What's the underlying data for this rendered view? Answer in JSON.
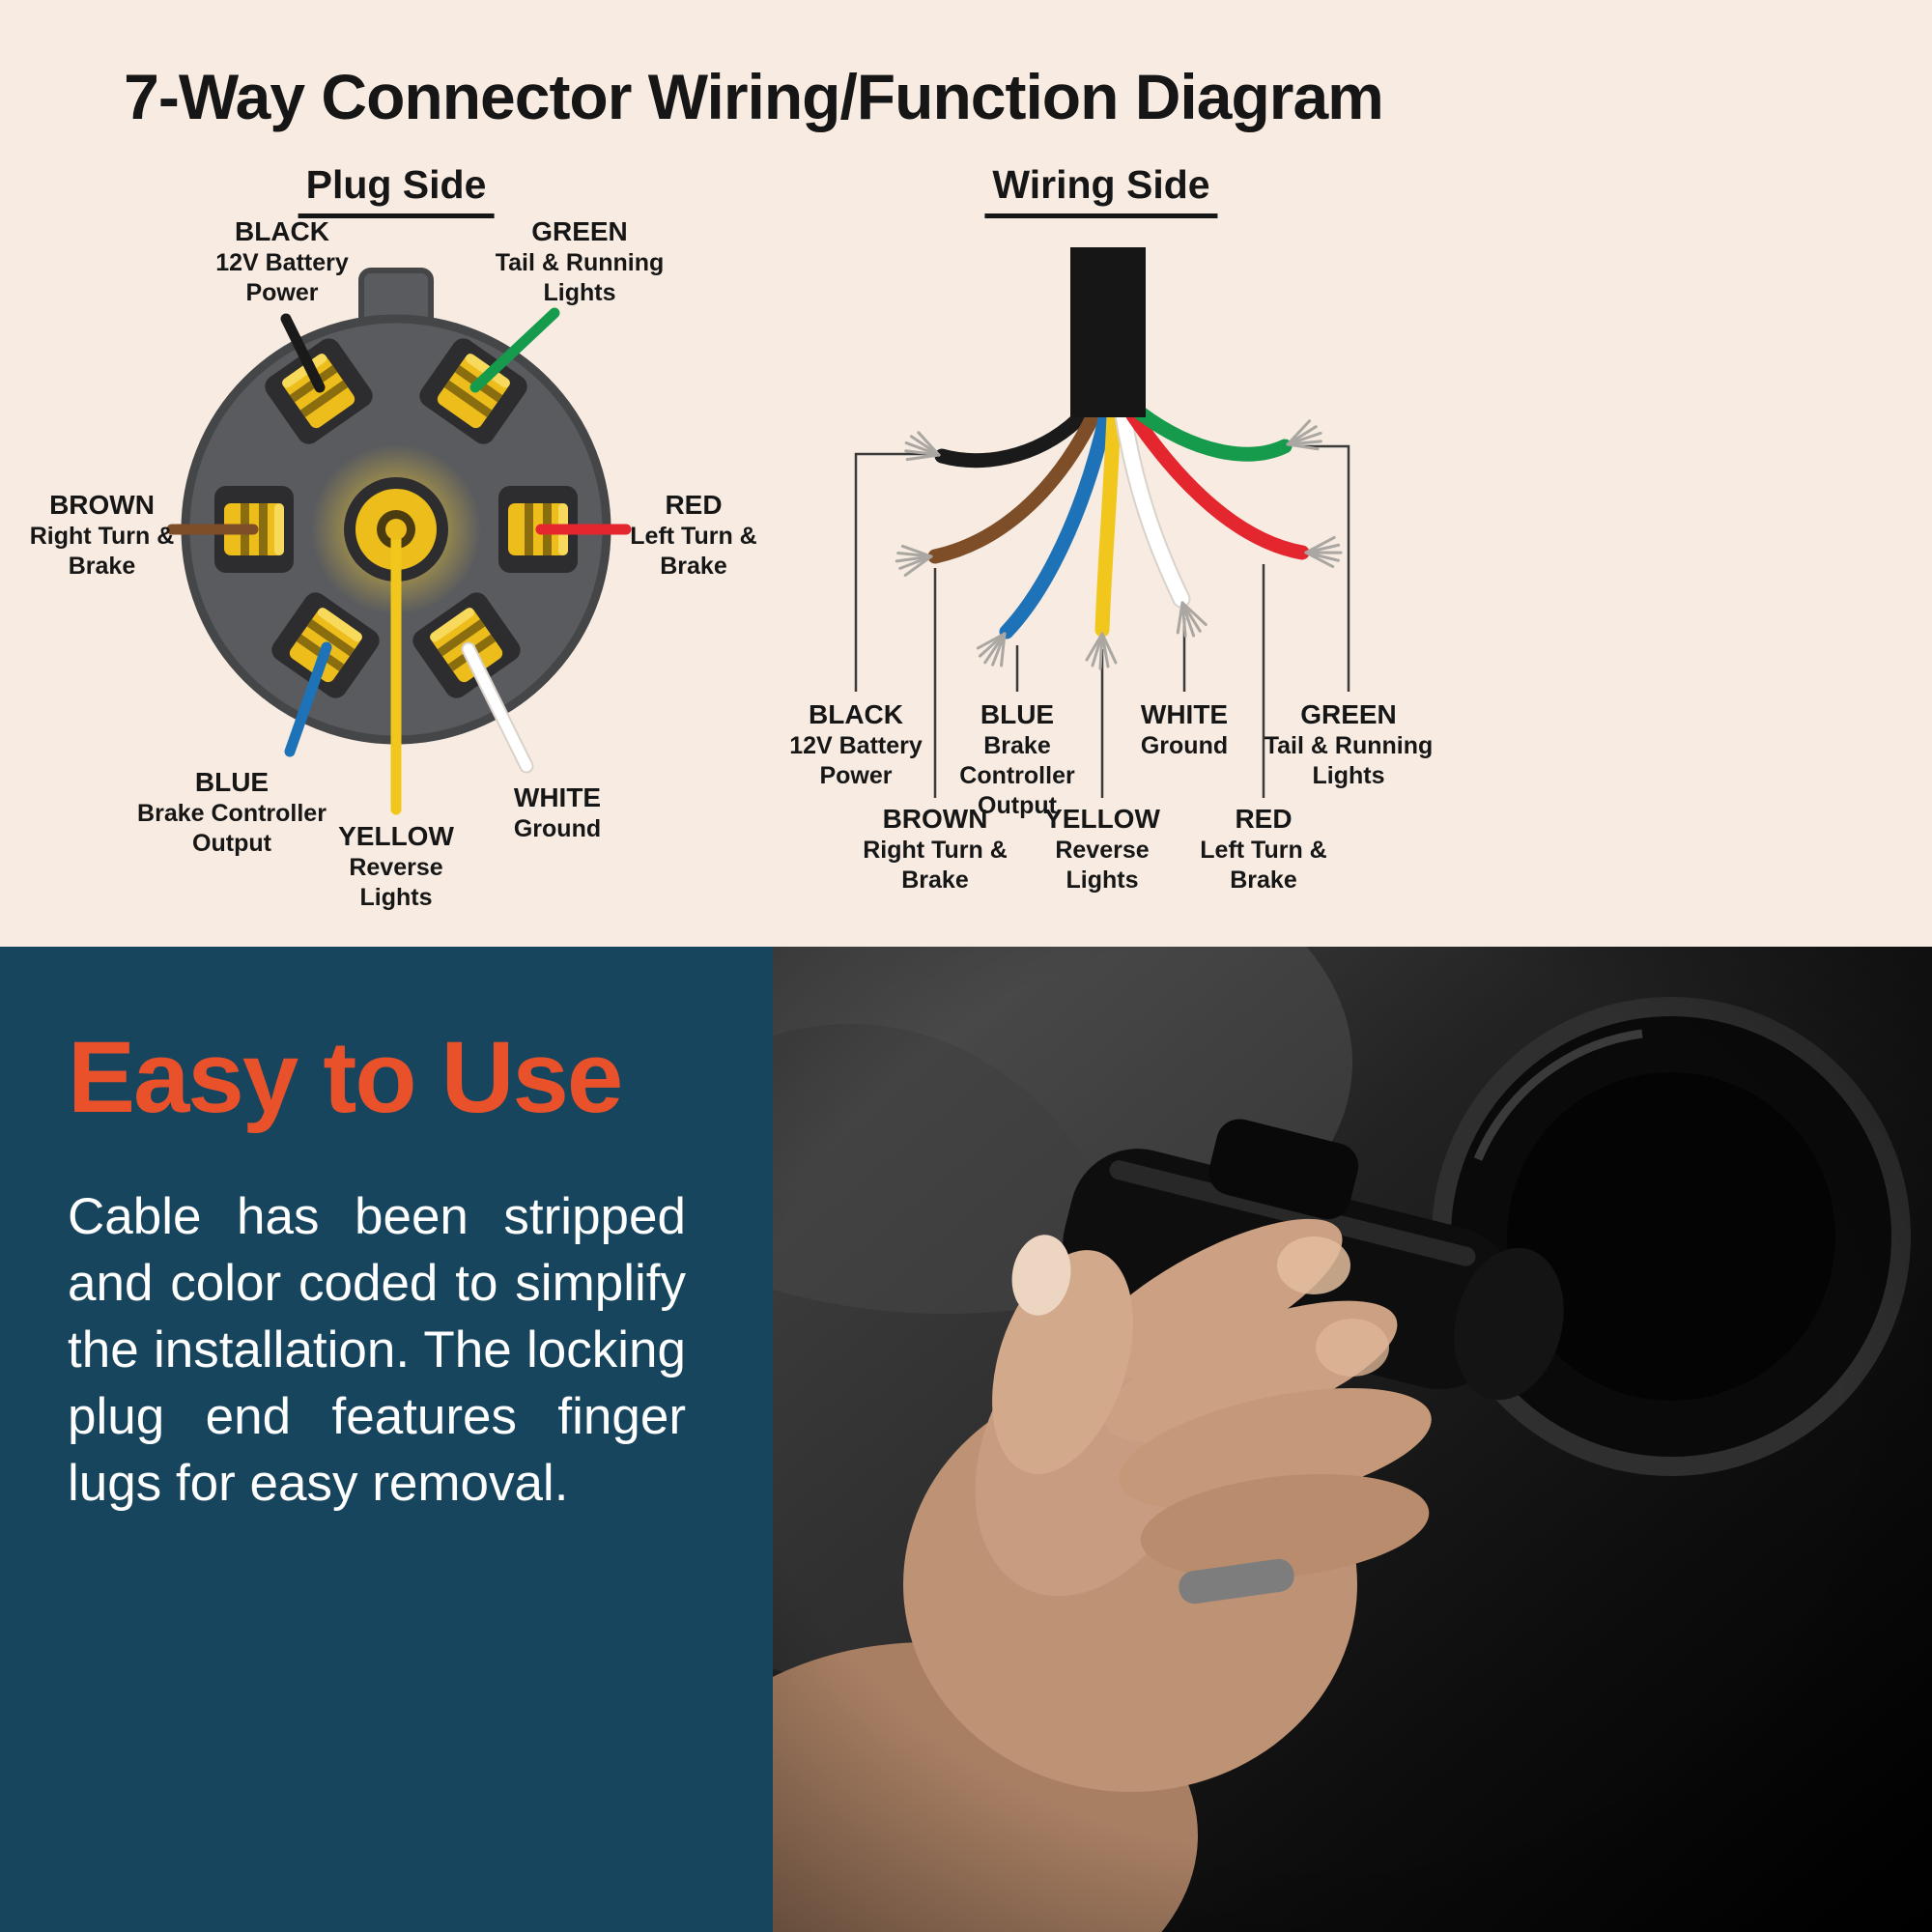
{
  "title": "7-Way Connector Wiring/Function Diagram",
  "plug_side": {
    "heading": "Plug Side"
  },
  "wiring_side": {
    "heading": "Wiring Side"
  },
  "wires": {
    "black": {
      "name": "BLACK",
      "function": "12V Battery Power",
      "color": "#1a1a1a"
    },
    "green": {
      "name": "GREEN",
      "function": "Tail & Running Lights",
      "color": "#169a4c"
    },
    "brown": {
      "name": "BROWN",
      "function": "Right Turn & Brake",
      "color": "#7d4e28"
    },
    "red": {
      "name": "RED",
      "function": "Left Turn & Brake",
      "color": "#e4262e"
    },
    "blue": {
      "name": "BLUE",
      "function": "Brake Controller Output",
      "color": "#1e72b8"
    },
    "yellow": {
      "name": "YELLOW",
      "function": "Reverse Lights",
      "color": "#f2c71d"
    },
    "white": {
      "name": "WHITE",
      "function": "Ground",
      "color": "#ffffff"
    }
  },
  "easy_to_use": {
    "heading": "Easy to Use",
    "body": "Cable has been stripped and color coded to simplify the installation. The locking plug end features finger lugs for easy removal."
  },
  "colors": {
    "background_cream": "#f8ece2",
    "panel_navy": "#17455e",
    "accent_orange": "#e8512a",
    "text_dark": "#161616",
    "connector_gray": "#5a5b5e",
    "contact_gold": "#edbd1c"
  }
}
